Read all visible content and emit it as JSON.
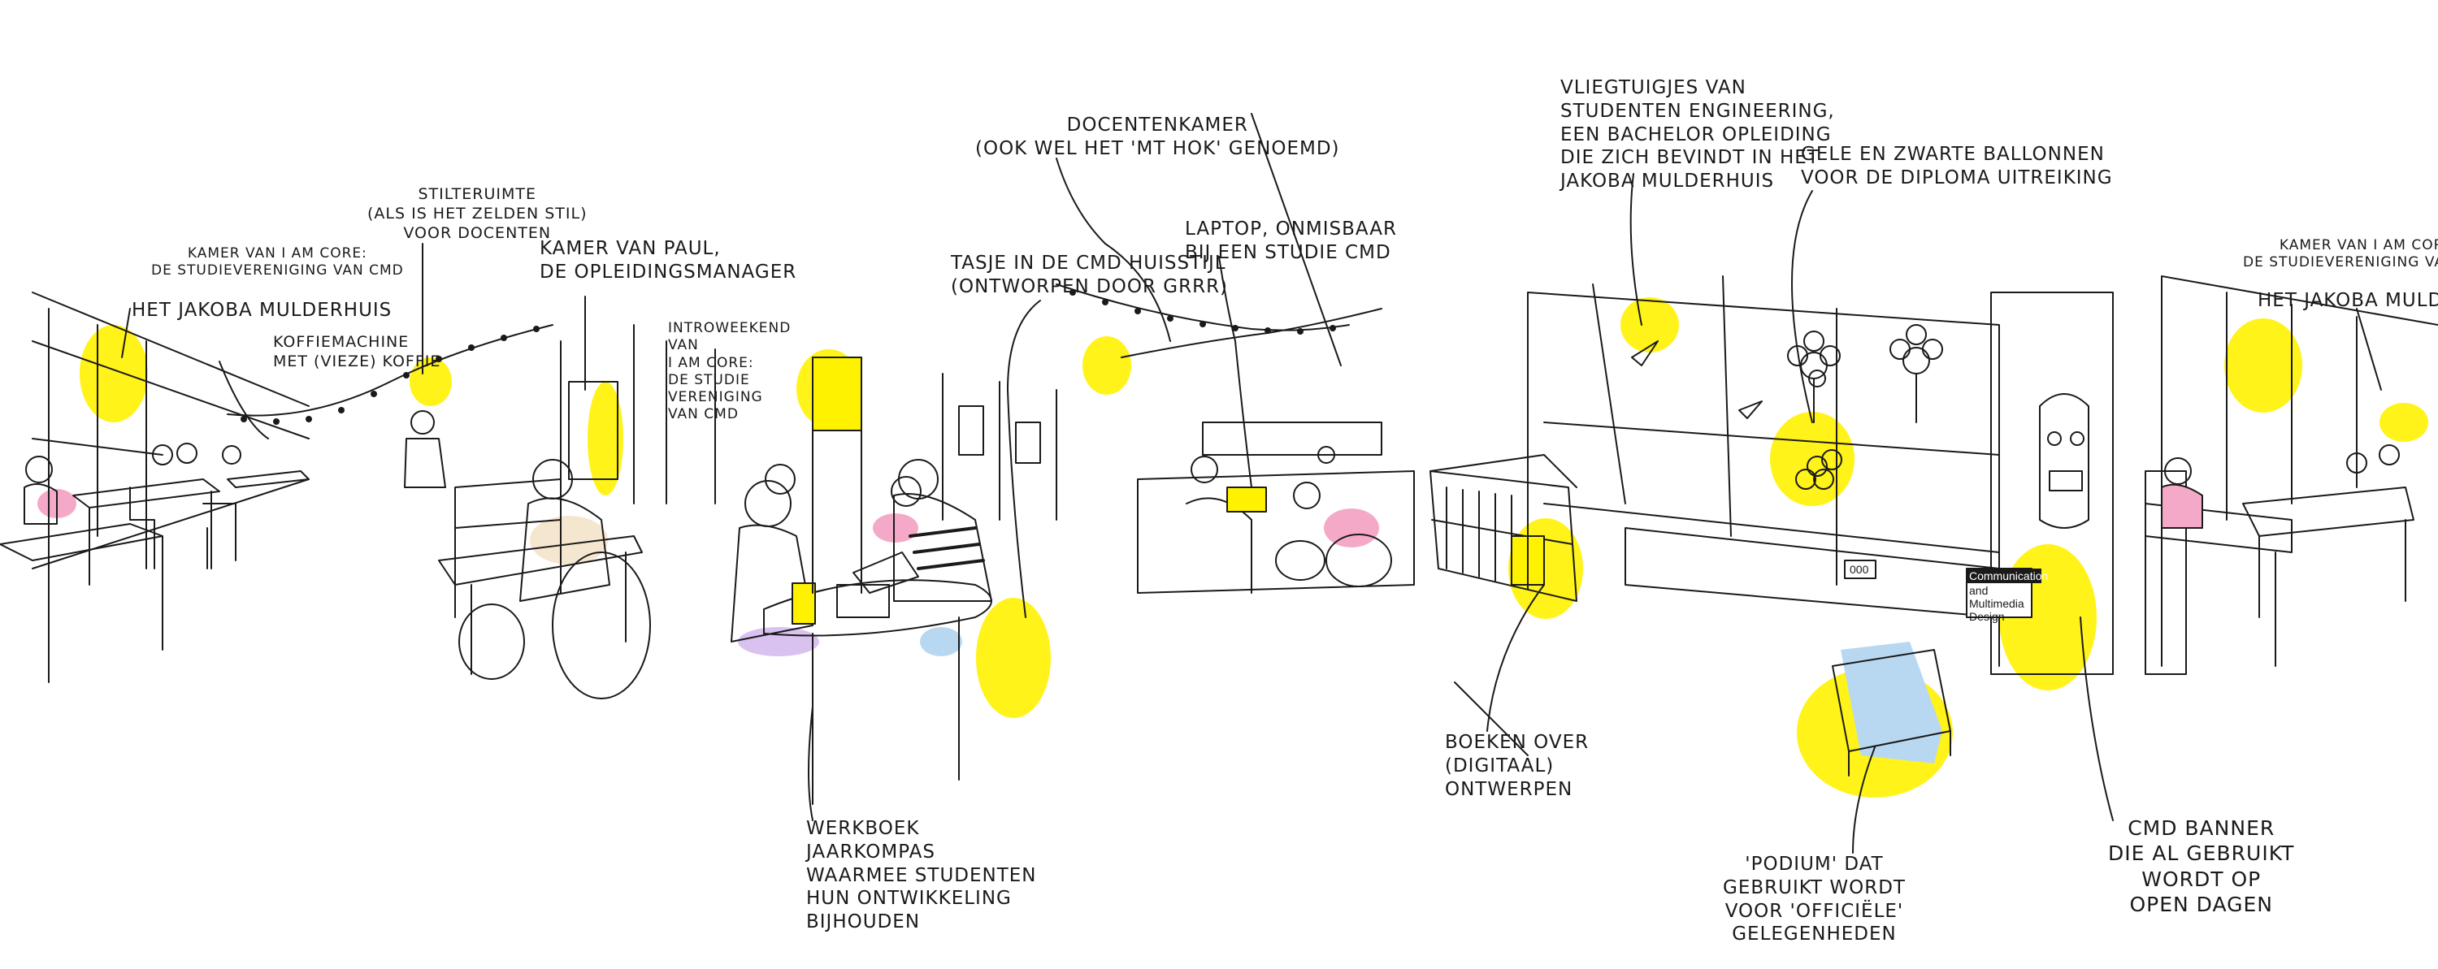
{
  "colors": {
    "ink": "#1a1a1a",
    "highlight_yellow": "#fff200",
    "pink": "#f5a9c9",
    "lilac": "#d9c2f0",
    "blue": "#b8d8f2",
    "beige": "#f5e6cf"
  },
  "annotations": {
    "kamer_i_am_core_left": [
      "Kamer van I Am Core:",
      "de studievereniging van CMD"
    ],
    "jakoba_left": [
      "Het Jakoba Mulderhuis"
    ],
    "koffiemachine": [
      "Koffiemachine",
      "met (vieze) koffie"
    ],
    "stilteruimte": [
      "Stilteruimte",
      "(als is het zelden stil)",
      "voor docenten"
    ],
    "kamer_paul": [
      "Kamer van Paul,",
      "de opleidingsmanager"
    ],
    "introweekend": [
      "Introweekend",
      "van",
      "I Am Core:",
      "de studie",
      "vereniging",
      "van CMD"
    ],
    "docentenkamer": [
      "Docentenkamer",
      "(ook wel het 'MT Hok' genoemd)"
    ],
    "tasje": [
      "Tasje in de CMD huisstijl",
      "(ontworpen door GRRR)"
    ],
    "laptop": [
      "Laptop, onmisbaar",
      "bij een studie CMD"
    ],
    "vliegtuigjes": [
      "Vliegtuigjes van",
      "studenten Engineering,",
      "een bachelor opleiding",
      "die zich bevindt in het",
      "Jakoba Mulderhuis"
    ],
    "ballonnen": [
      "Gele en zwarte ballonnen",
      "voor de diploma uitreiking"
    ],
    "kamer_i_am_core_right": [
      "Kamer van I Am Core:",
      "de studievereniging van CMD"
    ],
    "jakoba_right": [
      "Het Jakoba Mulderhuis"
    ],
    "boeken": [
      "Boeken over",
      "(digitaal)",
      "ontwerpen"
    ],
    "werkboek": [
      "Werkboek",
      "Jaarkompas",
      "waarmee studenten",
      "hun ontwikkeling",
      "bijhouden"
    ],
    "podium": [
      "'Podium' dat",
      "gebruikt wordt",
      "voor 'officiële'",
      "gelegenheden"
    ],
    "cmd_banner": [
      "CMD banner",
      "die al gebruikt",
      "wordt op",
      "open dagen"
    ]
  },
  "signs": {
    "banner_text": [
      "Communication",
      "and",
      "Multimedia",
      "Design"
    ],
    "box_number": "000"
  }
}
